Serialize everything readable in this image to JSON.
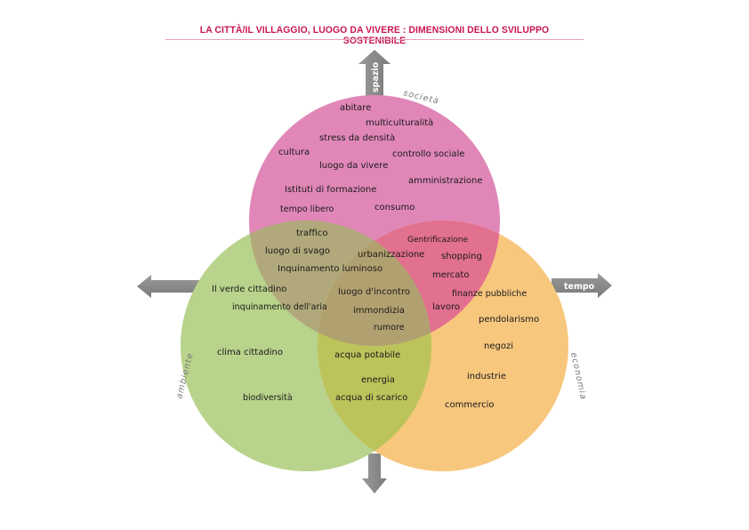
{
  "title": "LA CITTÀ/IL VILLAGGIO, LUOGO DA VIVERE : DIMENSIONI DELLO SVILUPPO SOSTENIBILE",
  "colors": {
    "title": "#c8174f",
    "societa": "#e087b8",
    "ambiente": "#b8d38b",
    "economia": "#f7c77e",
    "societa_ambiente": "#b1a97b",
    "societa_economia": "#e2708f",
    "ambiente_economia": "#bcc35b",
    "center": "#b2a170",
    "arrow": "#858585"
  },
  "circles": {
    "societa": "società",
    "ambiente": "ambiente",
    "economia": "economia"
  },
  "axes": {
    "up": "spazio",
    "right": "tempo",
    "left": "",
    "down": ""
  },
  "terms": {
    "societa": [
      "abitare",
      "multiculturalità",
      "stress da densità",
      "cultura",
      "controllo sociale",
      "luogo da vivere",
      "amministrazione",
      "Istituti di formazione",
      "tempo libero",
      "consumo"
    ],
    "societa_ambiente": [
      "traffico",
      "luogo di svago",
      "Inquinamento luminoso"
    ],
    "societa_economia": [
      "Gentrificazione",
      "shopping",
      "mercato",
      "lavoro"
    ],
    "center": [
      "urbanizzazione",
      "luogo d'incontro",
      "immondizia",
      "rumore"
    ],
    "ambiente": [
      "Il verde cittadino",
      "inquinamento dell'aria",
      "clima cittadino",
      "biodiversità"
    ],
    "ambiente_economia": [
      "acqua potabile",
      "energia",
      "acqua di scarico"
    ],
    "economia": [
      "finanze pubbliche",
      "pendolarismo",
      "negozi",
      "industrie",
      "commercio"
    ]
  }
}
